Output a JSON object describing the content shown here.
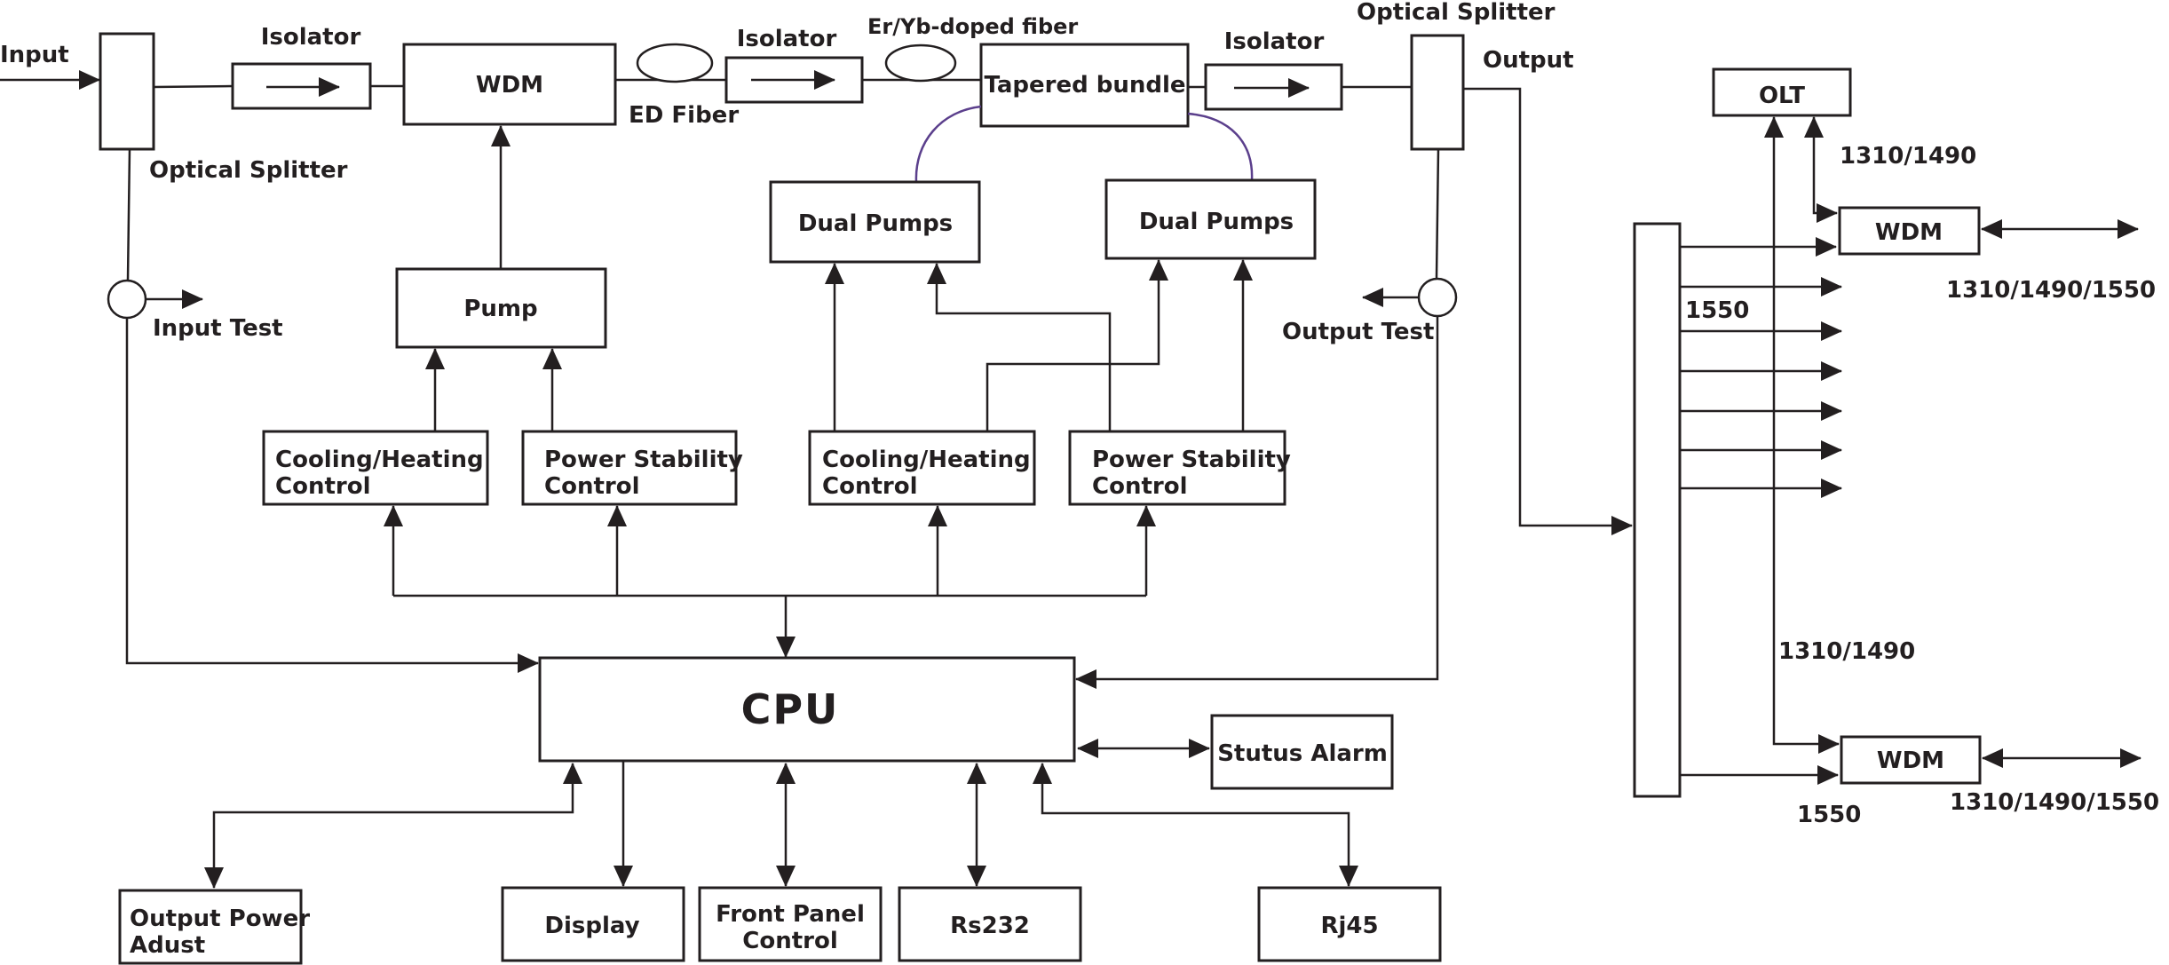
{
  "labels": {
    "input": "Input",
    "isolator1": "Isolator",
    "isolator2": "Isolator",
    "isolator3": "Isolator",
    "wdm_main": "WDM",
    "ed_fiber": "ED Fiber",
    "er_yb": "Er/Yb-doped fiber",
    "tapered_bundle": "Tapered bundle",
    "optical_splitter_in": "Optical Splitter",
    "optical_splitter_out": "Optical Splitter",
    "output": "Output",
    "input_test": "Input Test",
    "output_test": "Output Test",
    "pump": "Pump",
    "dual_pumps_1": "Dual Pumps",
    "dual_pumps_2": "Dual Pumps",
    "chc1_l1": "Cooling/Heating",
    "chc1_l2": "Control",
    "psc1_l1": "Power Stability",
    "psc1_l2": "Control",
    "chc2_l1": "Cooling/Heating",
    "chc2_l2": "Control",
    "psc2_l1": "Power Stability",
    "psc2_l2": "Control",
    "cpu": "CPU",
    "status_alarm": "Stutus Alarm",
    "output_power_l1": "Output Power",
    "output_power_l2": "Adust",
    "display": "Display",
    "front_panel_l1": "Front Panel",
    "front_panel_l2": "Control",
    "rs232": "Rs232",
    "rj45": "Rj45",
    "olt": "OLT",
    "wdm_top": "WDM",
    "wdm_bottom": "WDM",
    "w_1310_1490_a": "1310/1490",
    "w_1310_1490_b": "1310/1490",
    "w_1310_1490_1550_a": "1310/1490/1550",
    "w_1310_1490_1550_b": "1310/1490/1550",
    "w_1550_a": "1550",
    "w_1550_b": "1550"
  }
}
